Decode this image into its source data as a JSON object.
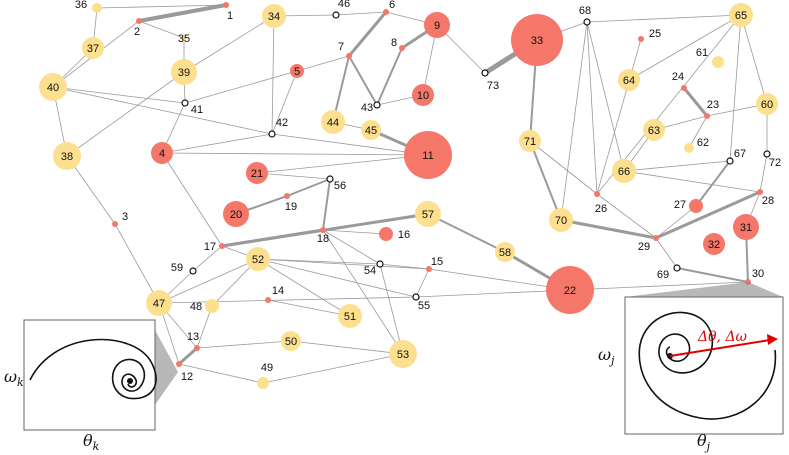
{
  "colors": {
    "large_node": "#fce08f",
    "small_node": "#f4776a",
    "edge": "#9a9a9a",
    "delta_arrow": "#e00000",
    "inset_border": "#666666"
  },
  "nodes": [
    {
      "id": "1",
      "kind": "small"
    },
    {
      "id": "2",
      "kind": "small"
    },
    {
      "id": "3",
      "kind": "small"
    },
    {
      "id": "4",
      "kind": "small"
    },
    {
      "id": "5",
      "kind": "small"
    },
    {
      "id": "6",
      "kind": "small"
    },
    {
      "id": "7",
      "kind": "small"
    },
    {
      "id": "8",
      "kind": "small"
    },
    {
      "id": "9",
      "kind": "small"
    },
    {
      "id": "10",
      "kind": "small"
    },
    {
      "id": "11",
      "kind": "small"
    },
    {
      "id": "12",
      "kind": "small"
    },
    {
      "id": "13",
      "kind": "small"
    },
    {
      "id": "14",
      "kind": "small"
    },
    {
      "id": "15",
      "kind": "small"
    },
    {
      "id": "16",
      "kind": "small"
    },
    {
      "id": "17",
      "kind": "small"
    },
    {
      "id": "18",
      "kind": "small"
    },
    {
      "id": "19",
      "kind": "small"
    },
    {
      "id": "20",
      "kind": "small"
    },
    {
      "id": "21",
      "kind": "small"
    },
    {
      "id": "22",
      "kind": "small"
    },
    {
      "id": "23",
      "kind": "small"
    },
    {
      "id": "24",
      "kind": "small"
    },
    {
      "id": "25",
      "kind": "small"
    },
    {
      "id": "26",
      "kind": "small"
    },
    {
      "id": "27",
      "kind": "small"
    },
    {
      "id": "28",
      "kind": "small"
    },
    {
      "id": "29",
      "kind": "small"
    },
    {
      "id": "30",
      "kind": "small"
    },
    {
      "id": "31",
      "kind": "small"
    },
    {
      "id": "32",
      "kind": "small"
    },
    {
      "id": "33",
      "kind": "small"
    },
    {
      "id": "34",
      "kind": "large"
    },
    {
      "id": "35",
      "kind": "large"
    },
    {
      "id": "36",
      "kind": "large"
    },
    {
      "id": "37",
      "kind": "large"
    },
    {
      "id": "38",
      "kind": "large"
    },
    {
      "id": "39",
      "kind": "large"
    },
    {
      "id": "40",
      "kind": "large"
    },
    {
      "id": "41",
      "kind": "load"
    },
    {
      "id": "42",
      "kind": "load"
    },
    {
      "id": "43",
      "kind": "load"
    },
    {
      "id": "44",
      "kind": "large"
    },
    {
      "id": "45",
      "kind": "large"
    },
    {
      "id": "46",
      "kind": "load"
    },
    {
      "id": "47",
      "kind": "large"
    },
    {
      "id": "48",
      "kind": "large"
    },
    {
      "id": "49",
      "kind": "large"
    },
    {
      "id": "50",
      "kind": "large"
    },
    {
      "id": "51",
      "kind": "large"
    },
    {
      "id": "52",
      "kind": "large"
    },
    {
      "id": "53",
      "kind": "large"
    },
    {
      "id": "54",
      "kind": "load"
    },
    {
      "id": "55",
      "kind": "load"
    },
    {
      "id": "56",
      "kind": "load"
    },
    {
      "id": "57",
      "kind": "large"
    },
    {
      "id": "58",
      "kind": "large"
    },
    {
      "id": "59",
      "kind": "load"
    },
    {
      "id": "60",
      "kind": "large"
    },
    {
      "id": "61",
      "kind": "large"
    },
    {
      "id": "62",
      "kind": "large"
    },
    {
      "id": "63",
      "kind": "large"
    },
    {
      "id": "64",
      "kind": "large"
    },
    {
      "id": "65",
      "kind": "large"
    },
    {
      "id": "66",
      "kind": "large"
    },
    {
      "id": "67",
      "kind": "load"
    },
    {
      "id": "68",
      "kind": "load"
    },
    {
      "id": "69",
      "kind": "load"
    },
    {
      "id": "70",
      "kind": "large"
    },
    {
      "id": "71",
      "kind": "large"
    },
    {
      "id": "72",
      "kind": "load"
    },
    {
      "id": "73",
      "kind": "load"
    }
  ],
  "insets": {
    "left": {
      "y_label": "ωk",
      "x_label": "θk",
      "y_sym": "ω",
      "y_sub": "k",
      "x_sym": "θ",
      "x_sub": "k",
      "attached_node": "12"
    },
    "right": {
      "y_label": "ωj",
      "x_label": "θj",
      "y_sym": "ω",
      "y_sub": "j",
      "x_sym": "θ",
      "x_sub": "j",
      "attached_node": "30",
      "delta": "Δθ, Δω"
    }
  }
}
